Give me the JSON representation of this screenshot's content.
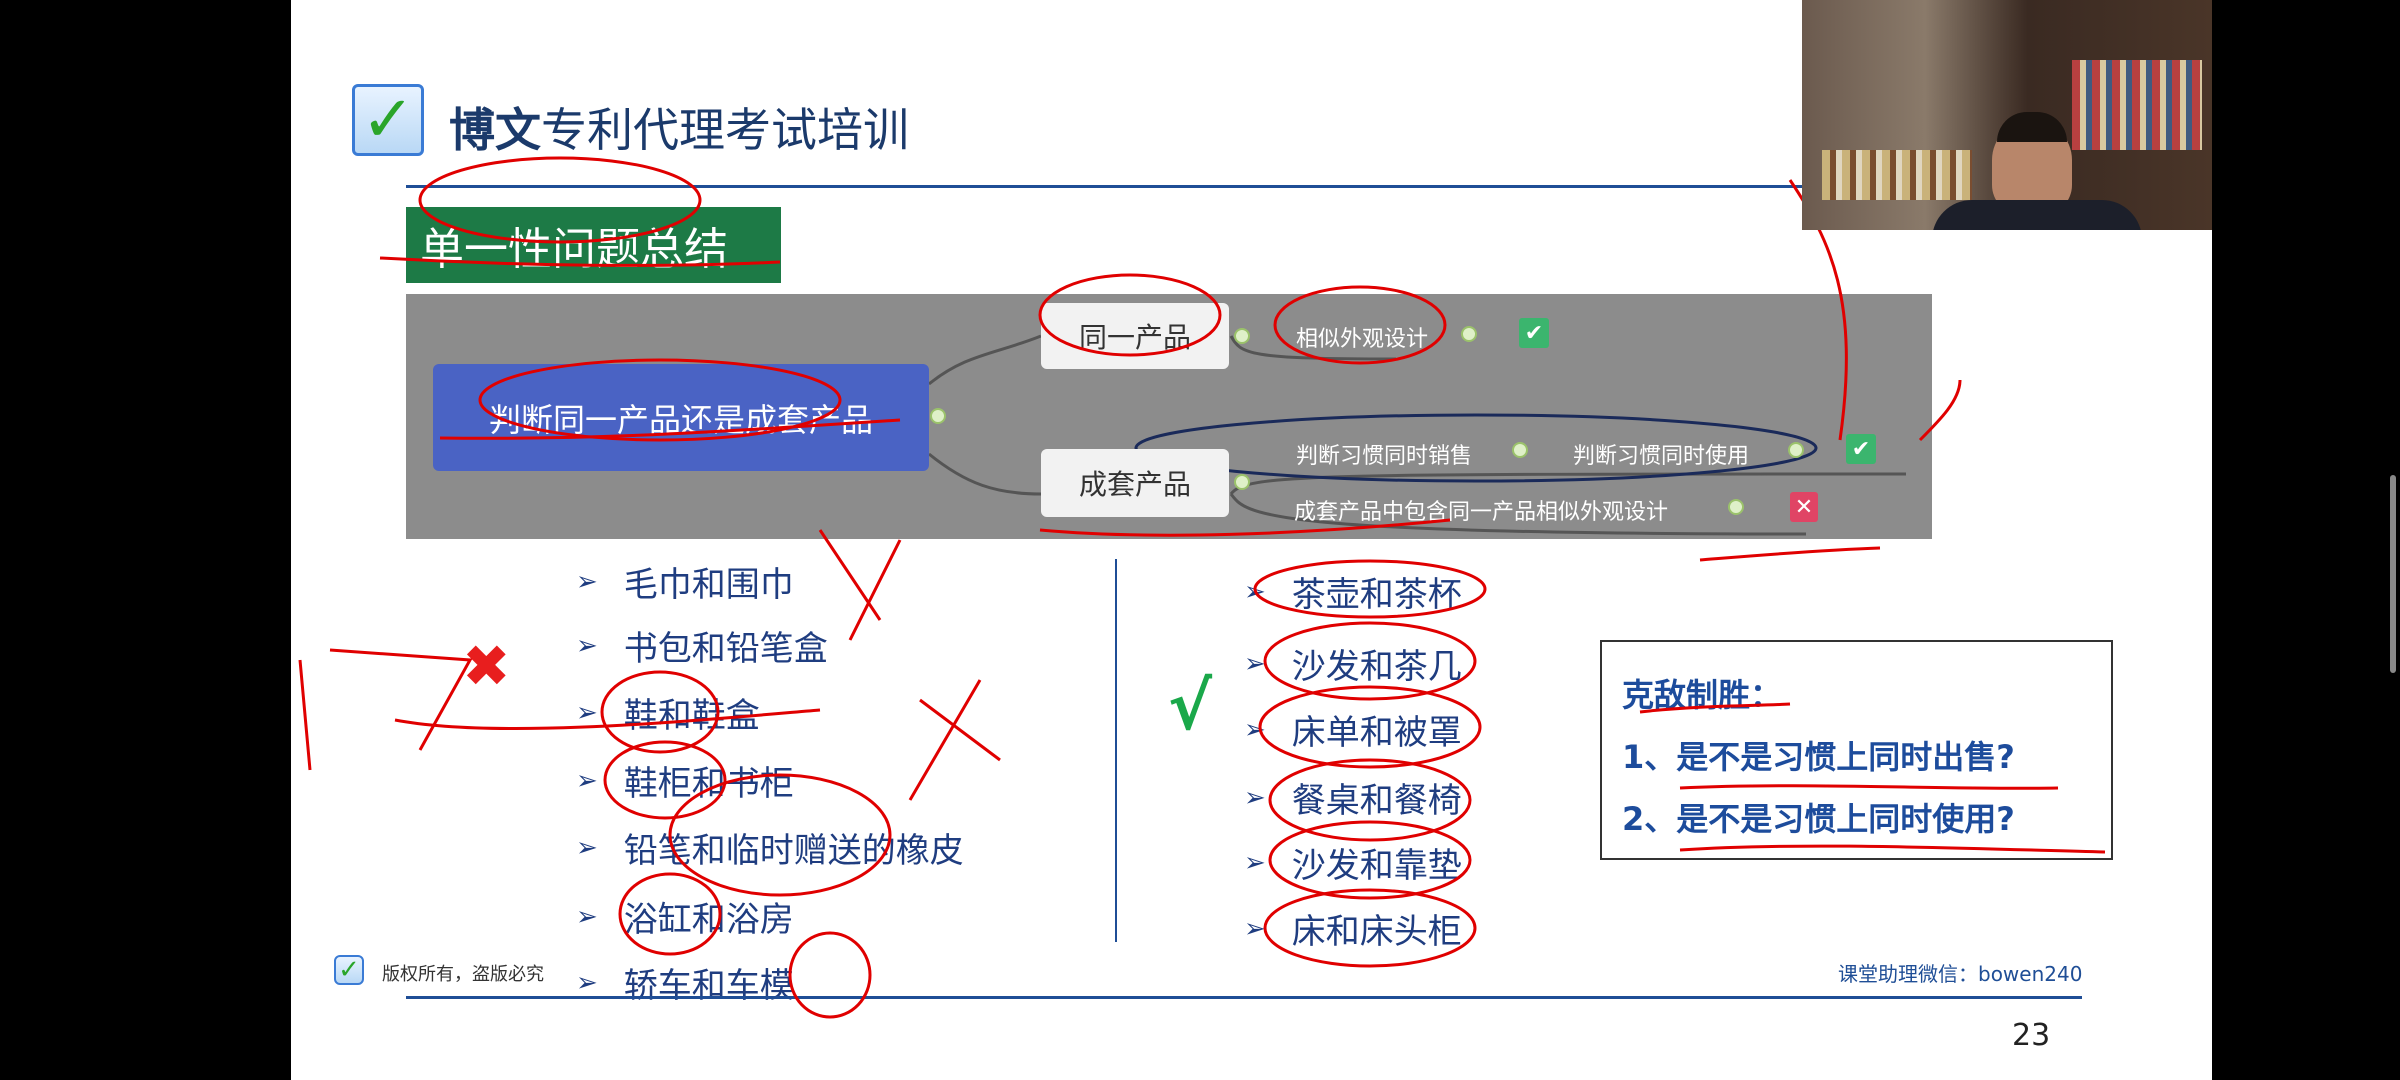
{
  "header": {
    "brand_bold": "博文",
    "brand_rest": "专利代理考试培训"
  },
  "section_title": "单一性问题总结",
  "mindmap": {
    "root": "判断同一产品还是成套产品",
    "branches": [
      {
        "label": "同一产品",
        "leaves": [
          {
            "text": "相似外观设计",
            "result": "check"
          }
        ]
      },
      {
        "label": "成套产品",
        "leaves": [
          {
            "text": "判断习惯同时销售"
          },
          {
            "text": "判断习惯同时使用",
            "result": "check"
          },
          {
            "text": "成套产品中包含同一产品相似外观设计",
            "result": "cross"
          }
        ]
      }
    ]
  },
  "symbols": {
    "cross": "✖",
    "check": "√",
    "arrow": "➢",
    "check_box": "✔",
    "x_box": "✕"
  },
  "left_list": [
    "毛巾和围巾",
    "书包和铅笔盒",
    "鞋和鞋盒",
    "鞋柜和书柜",
    "铅笔和临时赠送的橡皮",
    "浴缸和浴房",
    "轿车和车模"
  ],
  "right_list": [
    "茶壶和茶杯",
    "沙发和茶几",
    "床单和被罩",
    "餐桌和餐椅",
    "沙发和靠垫",
    "床和床头柜"
  ],
  "tip": {
    "title": "克敌制胜：",
    "lines": [
      "1、是不是习惯上同时出售?",
      "2、是不是习惯上同时使用?"
    ]
  },
  "footer": {
    "copyright": "版权所有，盗版必究",
    "assistant": "课堂助理微信：bowen240",
    "page": "23"
  },
  "colors": {
    "accent": "#1f4e96",
    "section_bg": "#1d7a46",
    "root_node": "#4a63c4",
    "ink": "#e00000"
  }
}
